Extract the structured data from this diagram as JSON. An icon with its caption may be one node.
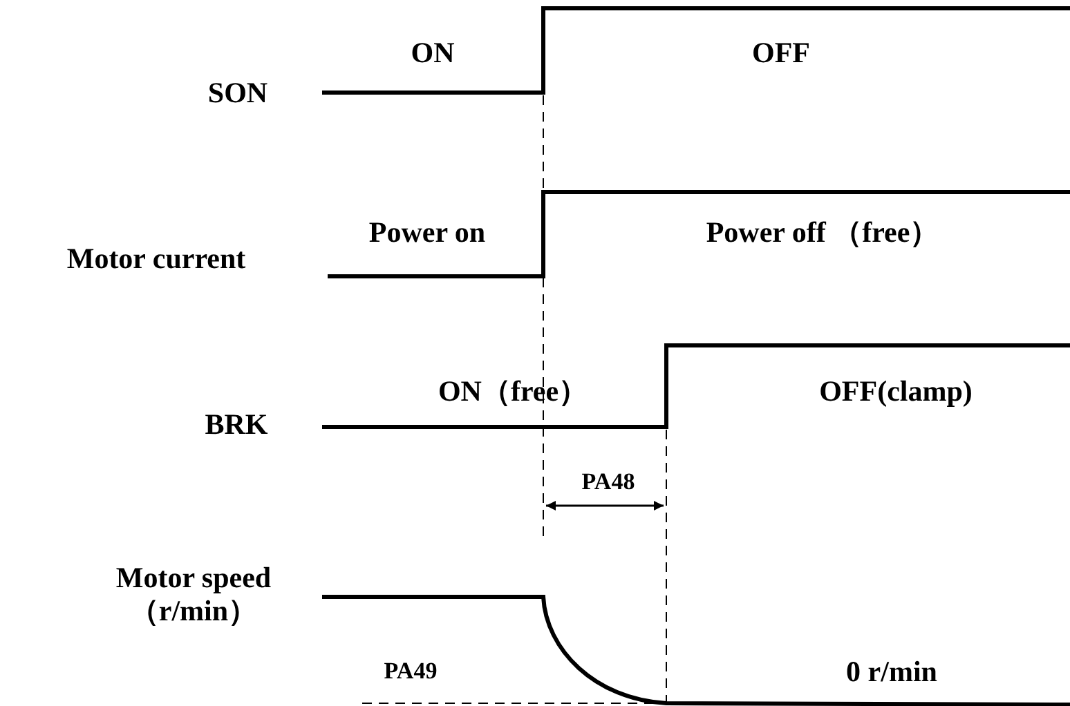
{
  "diagram": {
    "labels": [
      "ON",
      "OFF",
      "SON",
      "Power on",
      "Power off （free）",
      "Motor current",
      "ON（free）",
      "OFF(clamp)",
      "BRK",
      "PA48",
      "Motor speed （r/min）",
      "PA49",
      "0 r/min"
    ]
  }
}
